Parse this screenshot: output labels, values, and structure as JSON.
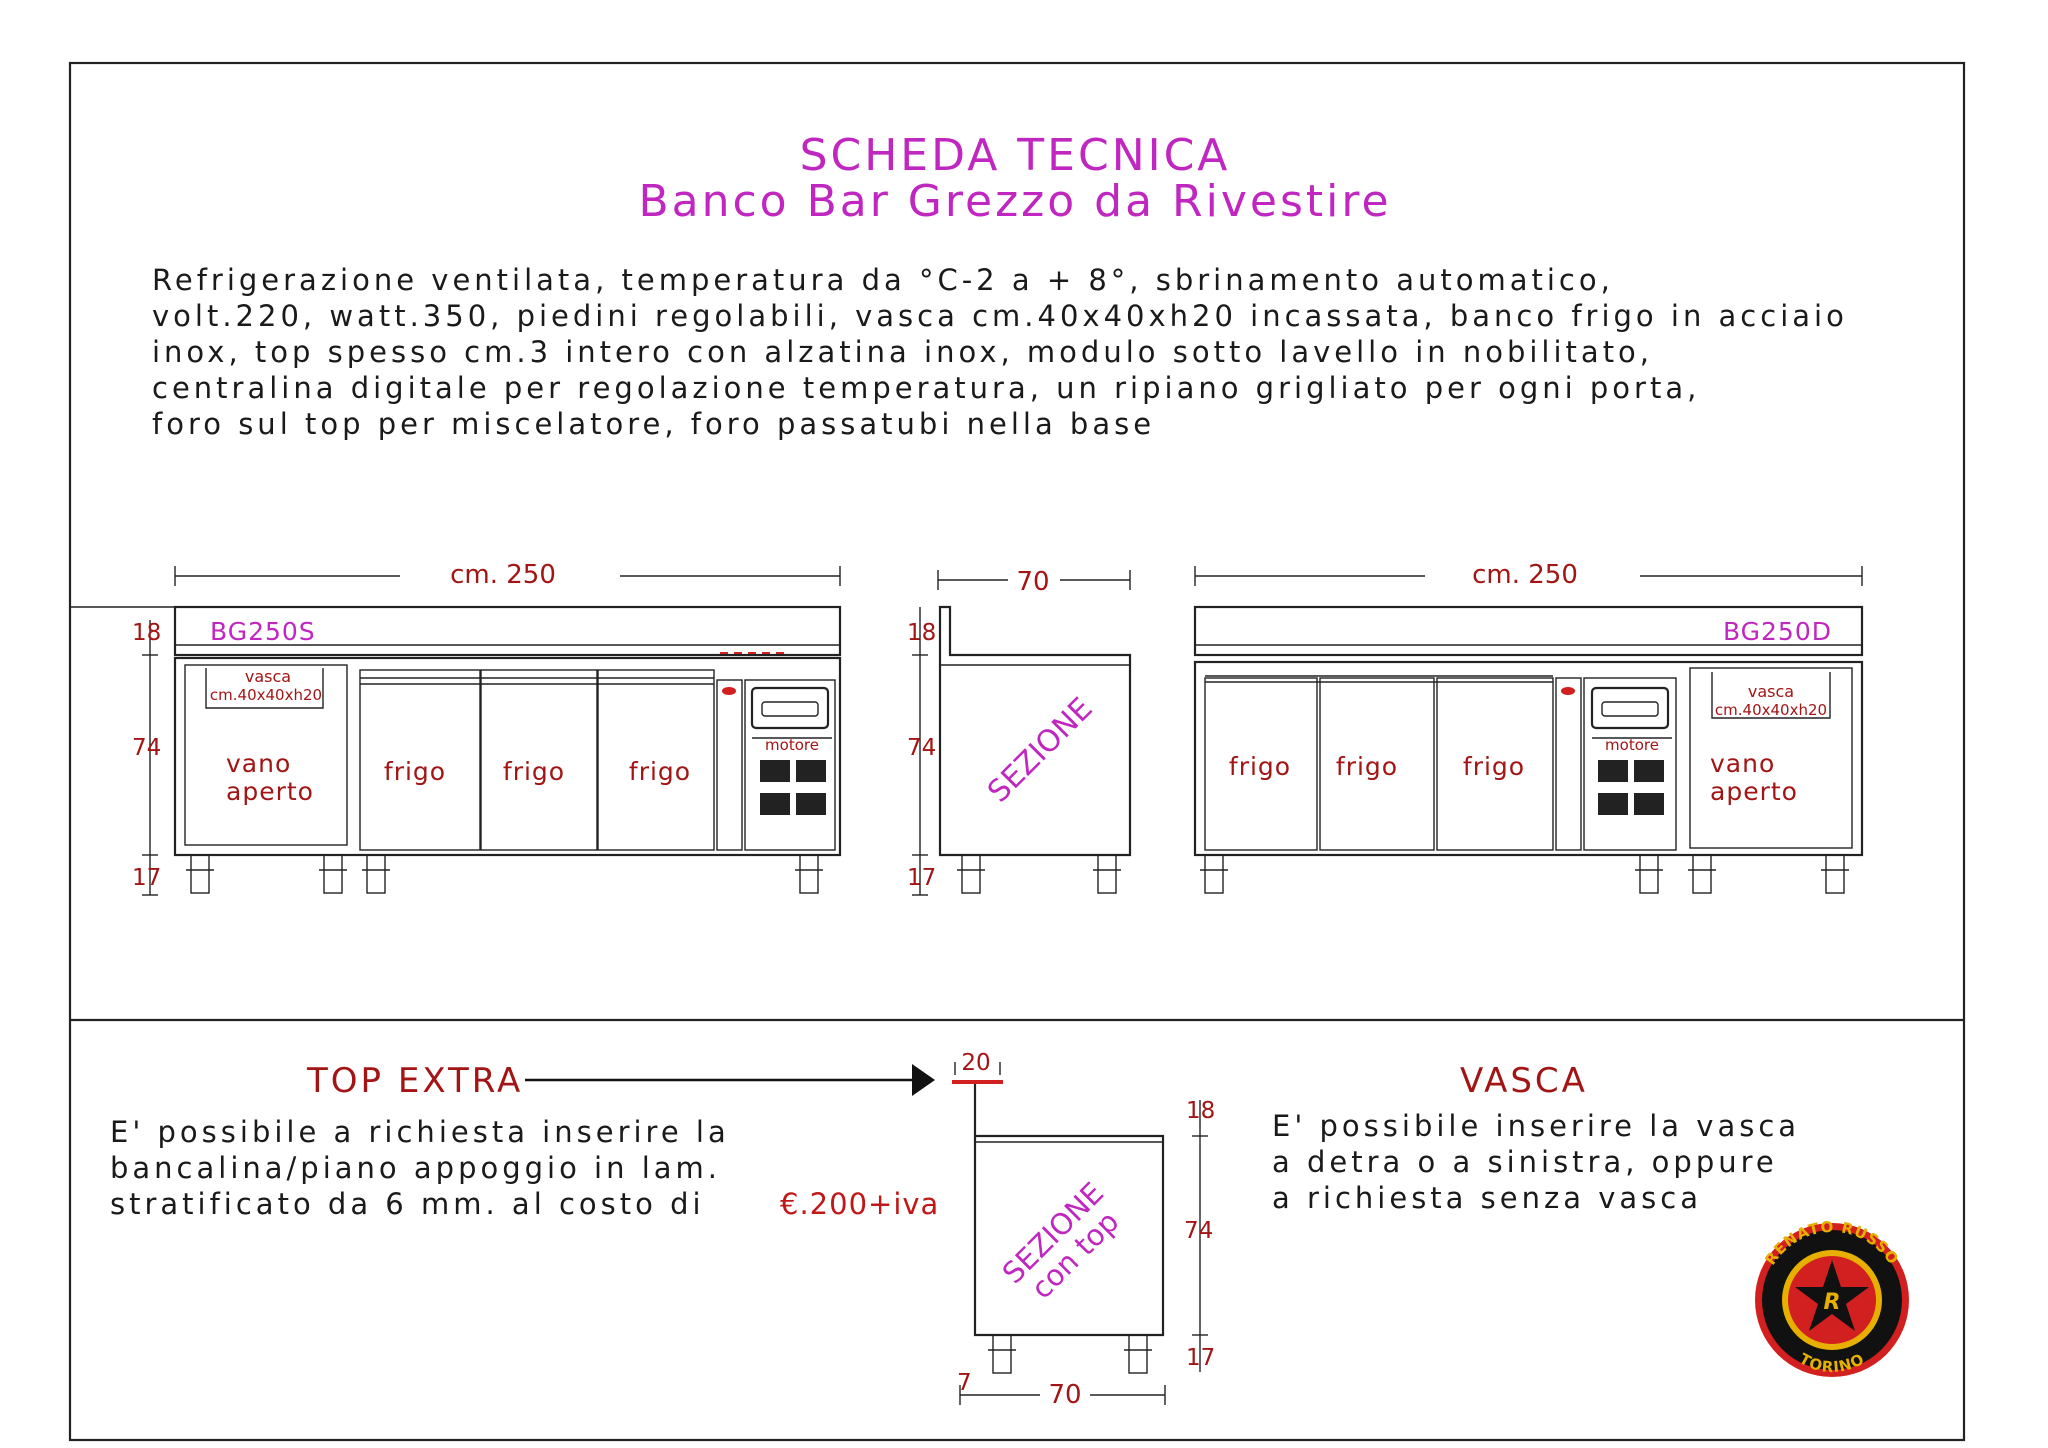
{
  "title": {
    "line1": "SCHEDA TECNICA",
    "line2": "Banco Bar Grezzo da Rivestire"
  },
  "description": [
    "Refrigerazione ventilata, temperatura da °C-2 a + 8°, sbrinamento automatico,",
    "volt.220, watt.350, piedini regolabili, vasca cm.40x40xh20 incassata, banco frigo in acciaio",
    "inox, top spesso cm.3 intero con alzatina inox, modulo sotto lavello in nobilitato,",
    "centralina digitale per regolazione temperatura, un ripiano grigliato per ogni porta,",
    "foro sul top per miscelatore, foro passatubi nella base"
  ],
  "left_unit": {
    "model": "BG250S",
    "width_label": "cm. 250",
    "dim_top": "18",
    "dim_body": "74",
    "dim_feet": "17",
    "vasca_label": "vasca",
    "vasca_size": "cm.40x40xh20",
    "open_line1": "vano",
    "open_line2": "aperto",
    "doors": [
      "frigo",
      "frigo",
      "frigo"
    ],
    "motor_label": "motore"
  },
  "section": {
    "depth_label": "70",
    "dim_top": "18",
    "dim_body": "74",
    "dim_feet": "17",
    "label": "SEZIONE"
  },
  "right_unit": {
    "model": "BG250D",
    "width_label": "cm. 250",
    "vasca_label": "vasca",
    "vasca_size": "cm.40x40xh20",
    "open_line1": "vano",
    "open_line2": "aperto",
    "doors": [
      "frigo",
      "frigo",
      "frigo"
    ],
    "motor_label": "motore"
  },
  "top_extra": {
    "heading": "TOP EXTRA",
    "text_line1": "E' possibile a richiesta inserire la",
    "text_line2": "bancalina/piano appoggio in lam.",
    "text_line3": "stratificato da 6 mm. al costo di",
    "price": "€.200+iva"
  },
  "section_top": {
    "dim_top_extra": "20",
    "dim_top": "18",
    "dim_body": "74",
    "dim_feet": "17",
    "dim_overhang": "7",
    "dim_depth": "70",
    "label_line1": "SEZIONE",
    "label_line2": "con top"
  },
  "vasca": {
    "heading": "VASCA",
    "text_line1": "E' possibile inserire la vasca",
    "text_line2": "a detra o a sinistra, oppure",
    "text_line3": "a richiesta senza vasca"
  },
  "logo": {
    "top_text": "RENATO RUSSO",
    "bottom_text": "TORINO",
    "monogram": "R"
  },
  "colors": {
    "title": "#c026c0",
    "dimension": "#a31515",
    "line": "#222222",
    "logo_red": "#d21f1f",
    "logo_gold": "#e7b000"
  }
}
